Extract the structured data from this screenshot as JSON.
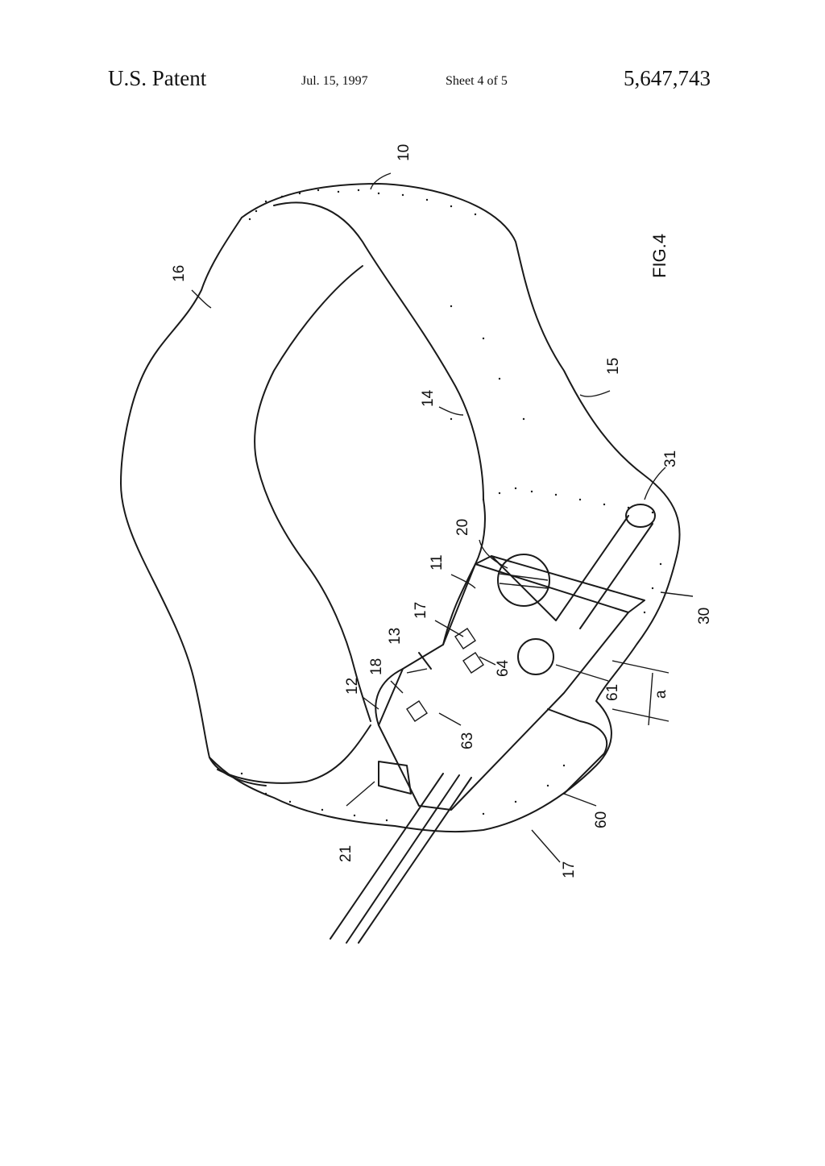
{
  "header": {
    "title": "U.S. Patent",
    "date": "Jul. 15, 1997",
    "sheet": "Sheet 4 of 5",
    "patent_number": "5,647,743"
  },
  "figure": {
    "caption": "FIG.4",
    "reference_numerals": [
      "10",
      "16",
      "15",
      "14",
      "31",
      "20",
      "11",
      "17",
      "13",
      "18",
      "12",
      "64",
      "61",
      "a",
      "63",
      "30",
      "60",
      "21",
      "17"
    ]
  }
}
